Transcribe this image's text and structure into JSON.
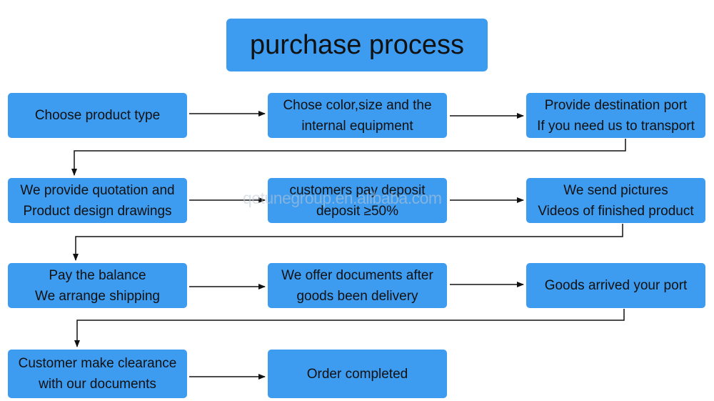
{
  "title": "purchase process",
  "watermark": "qetunegroup.en.alibaba.com",
  "steps": {
    "choose_product_type": [
      "Choose product type"
    ],
    "chose_color_size": [
      "Chose color,size and the",
      "internal equipment"
    ],
    "provide_port": [
      "Provide destination port",
      "If you need us to transport"
    ],
    "provide_quotation": [
      "We provide quotation and",
      "Product design drawings"
    ],
    "pay_deposit": [
      "customers pay deposit",
      "deposit ≥50%"
    ],
    "send_pictures": [
      "We send pictures",
      "Videos of finished product"
    ],
    "pay_balance": [
      "Pay the balance",
      "We arrange shipping"
    ],
    "offer_documents": [
      "We offer documents after",
      "goods been delivery"
    ],
    "goods_arrived": [
      "Goods arrived your port"
    ],
    "customer_clearance": [
      "Customer make clearance",
      "with our documents"
    ],
    "order_completed": [
      "Order completed"
    ]
  },
  "colors": {
    "box": "#3d9bf0",
    "line": "#111111"
  }
}
